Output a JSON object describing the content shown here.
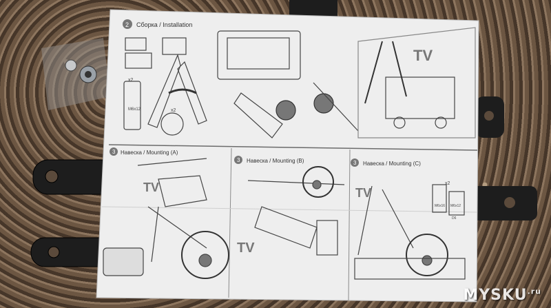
{
  "step2_label": "Сборка / Installation",
  "step2_num": "2",
  "step3a_label": "Навеска / Mounting (A)",
  "step3b_label": "Навеска / Mounting (B)",
  "step3c_label": "Навеска / Mounting (C)",
  "step3_num": "3",
  "tv_label": "TV",
  "qty_x2": "x2",
  "bolt_left": "M6x12",
  "bolt_c1": "M6x16",
  "bolt_c2": "M6x12",
  "washer": "D6",
  "watermark": "MYSKU",
  "watermark_suffix": ".ru"
}
